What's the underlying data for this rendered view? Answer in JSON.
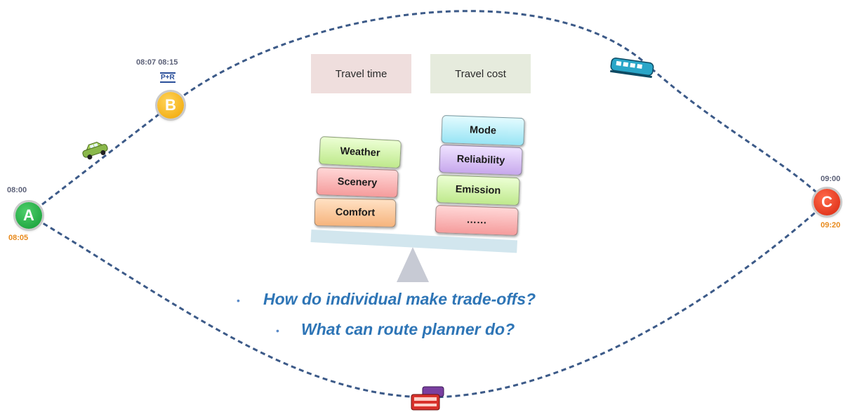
{
  "nodes": {
    "a": {
      "label": "A",
      "arrive": "08:00",
      "depart": "08:05"
    },
    "b": {
      "label": "B",
      "times": "08:07 08:15",
      "park_ride": "P+R"
    },
    "c": {
      "label": "C",
      "arrive": "09:00",
      "depart": "09:20"
    }
  },
  "factors": {
    "time": "Travel time",
    "cost": "Travel cost"
  },
  "left_stack": [
    "Weather",
    "Scenery",
    "Comfort"
  ],
  "right_stack": [
    "Mode",
    "Reliability",
    "Emission",
    "……"
  ],
  "questions": [
    "How do individual make trade-offs?",
    "What can route planner do?"
  ],
  "bullet": "•",
  "icons": [
    "car-icon",
    "train-icon",
    "bus-icon"
  ],
  "colors": {
    "route": "#3c5a88",
    "node_a": "#1aa33c",
    "node_b": "#f3a900",
    "node_c": "#dd2a12",
    "question": "#2e75b6"
  }
}
